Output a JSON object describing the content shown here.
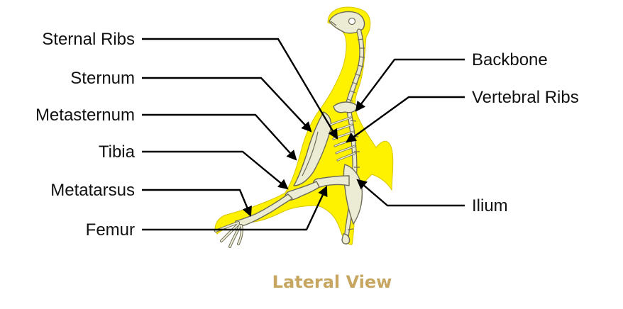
{
  "labels": {
    "sternal_ribs": "Sternal Ribs",
    "sternum": "Sternum",
    "metasternum": "Metasternum",
    "tibia": "Tibia",
    "metatarsus": "Metatarsus",
    "femur": "Femur",
    "backbone": "Backbone",
    "vertebral_ribs": "Vertebral Ribs",
    "ilium": "Ilium"
  },
  "caption": "Lateral View",
  "colors": {
    "body_fill": "#fff200",
    "bone_fill": "#ecebd3",
    "caption": "#c6a660",
    "text": "#111111"
  }
}
